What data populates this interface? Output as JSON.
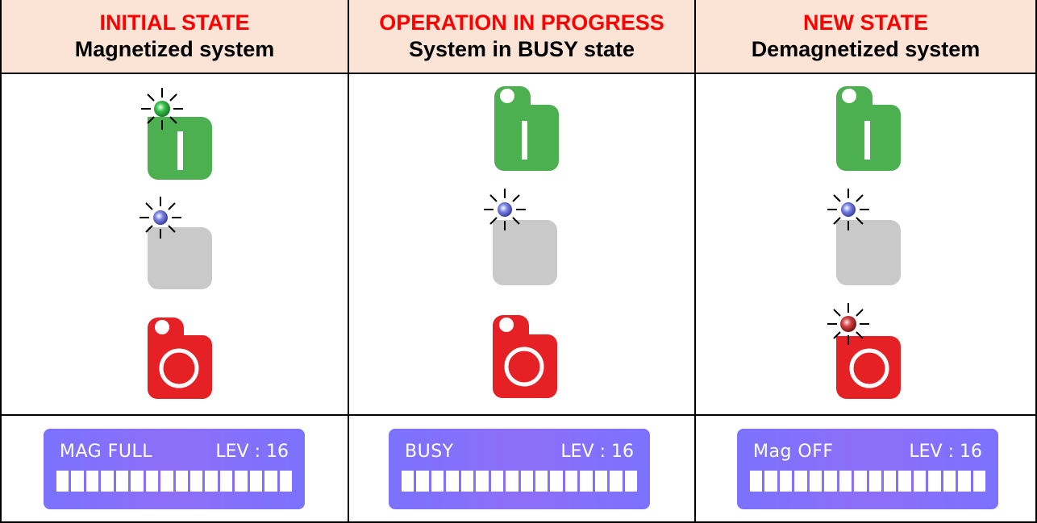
{
  "columns": [
    {
      "title": "INITIAL STATE",
      "subtitle": "Magnetized system",
      "lit": "green",
      "lit_gray": true,
      "lit_red": false,
      "lcd": {
        "label": "MAG FULL",
        "level": "LEV : 16",
        "segments": 16
      }
    },
    {
      "title": "OPERATION IN PROGRESS",
      "subtitle": "System in BUSY state",
      "lit": "none",
      "lit_gray": true,
      "lit_red": false,
      "lcd": {
        "label": "BUSY",
        "level": "LEV : 16",
        "segments": 16
      }
    },
    {
      "title": "NEW STATE",
      "subtitle": "Demagnetized system",
      "lit": "none",
      "lit_gray": true,
      "lit_red": true,
      "lcd": {
        "label": "Mag OFF",
        "level": "LEV : 16",
        "segments": 16
      }
    }
  ],
  "colors": {
    "header_bg": "#fbe4d5",
    "title_red": "#ff0000",
    "green_button": "#4caf50",
    "gray_button": "#c8c9c8",
    "red_button": "#e52126",
    "lcd_bg": "#7b72ff"
  },
  "icons": [
    "magnetize-button-icon",
    "neutral-button-icon",
    "demagnetize-button-icon",
    "led-indicator-icon"
  ]
}
